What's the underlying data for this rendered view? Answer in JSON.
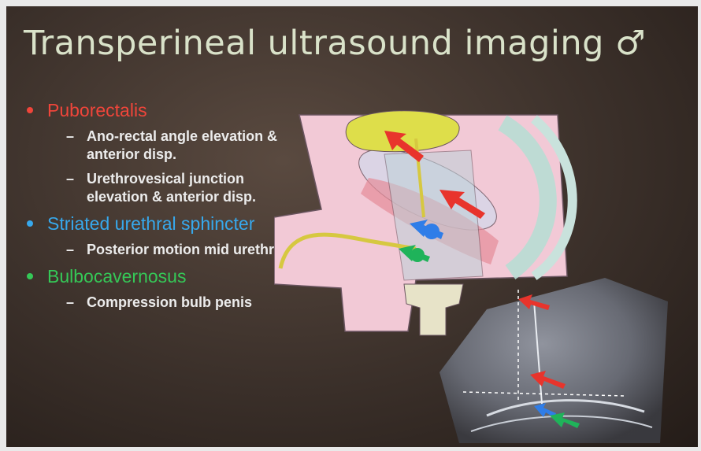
{
  "slide": {
    "title": "Transperineal ultrasound imaging",
    "title_symbol": "♂",
    "bullets": [
      {
        "label": "Puborectalis",
        "color": "#f0453a",
        "subitems": [
          "Ano-rectal angle elevation & anterior disp.",
          "Urethrovesical junction elevation & anterior disp."
        ]
      },
      {
        "label": "Striated urethral sphincter",
        "color": "#37a8ec",
        "subitems": [
          "Posterior motion mid urethra"
        ]
      },
      {
        "label": "Bulbocavernosus",
        "color": "#35c857",
        "subitems": [
          "Compression bulb penis"
        ]
      }
    ]
  },
  "figures": {
    "anatomy_diagram": "pelvic-anatomy-illustration",
    "ultrasound_image": "transperineal-ultrasound-scan"
  },
  "colors": {
    "background": "#3b302a",
    "title": "#d9e2c9",
    "red_arrow": "#e8342c",
    "blue_arrow": "#2f7de8",
    "green_arrow": "#1fb35a"
  }
}
